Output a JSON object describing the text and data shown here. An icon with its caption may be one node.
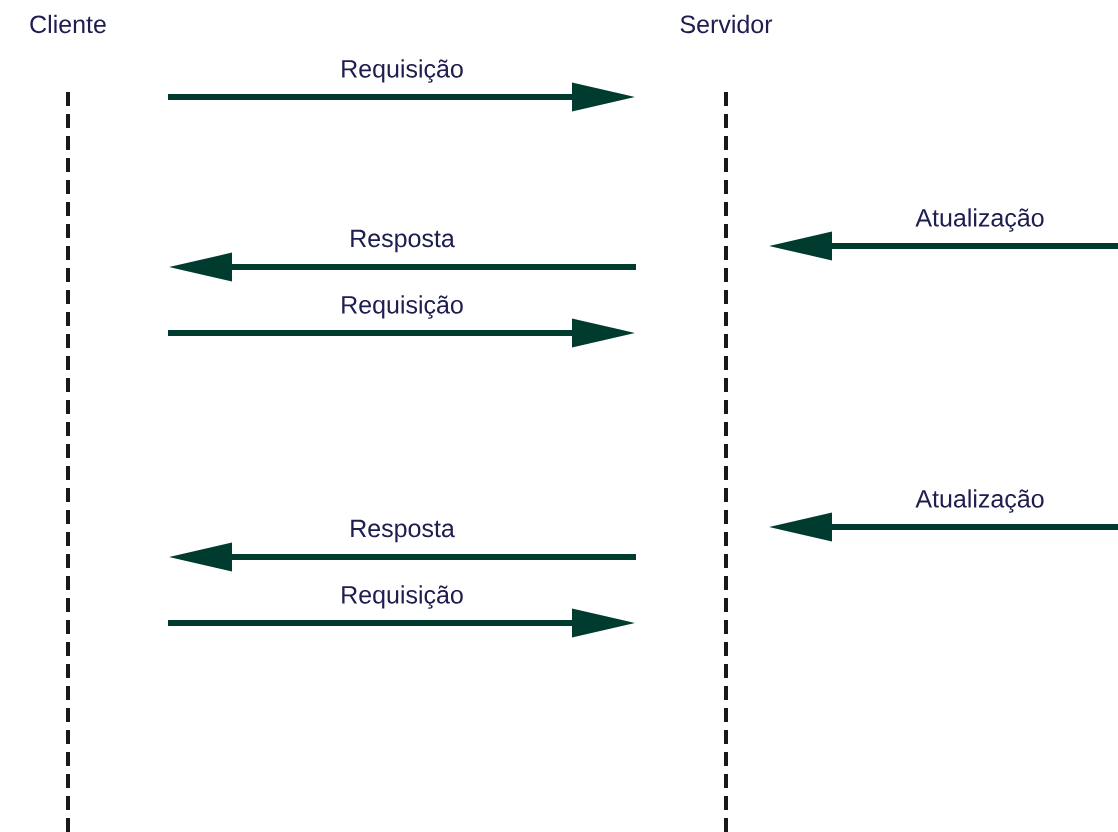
{
  "diagram": {
    "nodes": [
      {
        "text": [
          "Cliente"
        ]
      },
      {
        "text": [
          "Servidor"
        ]
      }
    ],
    "edges": [
      {
        "from": 0,
        "to": 1,
        "arrow": "to",
        "label": "Requisição"
      },
      {
        "from": null,
        "to": 1,
        "arrow": "to",
        "label": "Atualização"
      },
      {
        "from": 1,
        "to": 0,
        "arrow": "to",
        "label": "Resposta"
      },
      {
        "from": 0,
        "to": 1,
        "arrow": "to",
        "label": "Requisição"
      },
      {
        "from": null,
        "to": 1,
        "arrow": "to",
        "label": "Atualização"
      },
      {
        "from": 1,
        "to": 0,
        "arrow": "to",
        "label": "Resposta"
      },
      {
        "from": 0,
        "to": 1,
        "arrow": "to",
        "label": "Requisição"
      }
    ]
  }
}
